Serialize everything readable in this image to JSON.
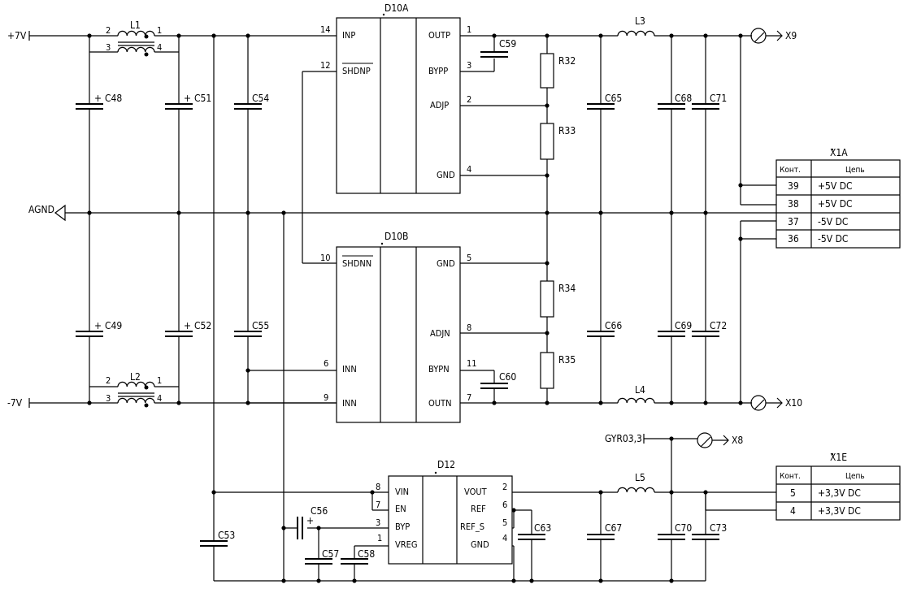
{
  "nets": {
    "p7v": "+7V",
    "m7v": "-7V",
    "agnd": "AGND",
    "gyr": "GYR03,3",
    "x9": "X9",
    "x10": "X10",
    "x8": "X8"
  },
  "inductors": {
    "L1": {
      "ref": "L1",
      "pins": [
        "2",
        "1",
        "3",
        "4"
      ]
    },
    "L2": {
      "ref": "L2",
      "pins": [
        "2",
        "1",
        "3",
        "4"
      ]
    },
    "L3": {
      "ref": "L3"
    },
    "L4": {
      "ref": "L4"
    },
    "L5": {
      "ref": "L5"
    }
  },
  "caps": {
    "C48": "C48",
    "C49": "C49",
    "C51": "C51",
    "C52": "C52",
    "C53": "C53",
    "C54": "C54",
    "C55": "C55",
    "C56": "C56",
    "C57": "C57",
    "C58": "C58",
    "C59": "C59",
    "C60": "C60",
    "C63": "C63",
    "C65": "C65",
    "C66": "C66",
    "C67": "C67",
    "C68": "C68",
    "C69": "C69",
    "C70": "C70",
    "C71": "C71",
    "C72": "C72",
    "C73": "C73"
  },
  "plus": "+",
  "resistors": {
    "R32": "R32",
    "R33": "R33",
    "R34": "R34",
    "R35": "R35"
  },
  "d10a": {
    "ref": "D10A",
    "left": [
      {
        "num": "14",
        "name": "INP"
      },
      {
        "num": "12",
        "name": "SHDNP"
      }
    ],
    "right": [
      {
        "num": "1",
        "name": "OUTP"
      },
      {
        "num": "3",
        "name": "BYPP"
      },
      {
        "num": "2",
        "name": "ADJP"
      },
      {
        "num": "4",
        "name": "GND"
      }
    ]
  },
  "d10b": {
    "ref": "D10B",
    "left": [
      {
        "num": "10",
        "name": "SHDNN"
      },
      {
        "num": "6",
        "name": "INN"
      },
      {
        "num": "9",
        "name": "INN"
      }
    ],
    "right": [
      {
        "num": "5",
        "name": "GND"
      },
      {
        "num": "8",
        "name": "ADJN"
      },
      {
        "num": "11",
        "name": "BYPN"
      },
      {
        "num": "7",
        "name": "OUTN"
      }
    ]
  },
  "d12": {
    "ref": "D12",
    "left": [
      {
        "num": "8",
        "name": "VIN"
      },
      {
        "num": "7",
        "name": "EN"
      },
      {
        "num": "3",
        "name": "BYP"
      },
      {
        "num": "1",
        "name": "VREG"
      }
    ],
    "right": [
      {
        "num": "2",
        "name": "VOUT"
      },
      {
        "num": "6",
        "name": "REF"
      },
      {
        "num": "5",
        "name": "REF_S"
      },
      {
        "num": "4",
        "name": "GND"
      }
    ]
  },
  "x1a": {
    "title": "X1A",
    "headers": [
      "Конт.",
      "Цепь"
    ],
    "rows": [
      {
        "pin": "39",
        "net": "+5V DC"
      },
      {
        "pin": "38",
        "net": "+5V DC"
      },
      {
        "pin": "37",
        "net": "-5V DC"
      },
      {
        "pin": "36",
        "net": "-5V DC"
      }
    ]
  },
  "x1e": {
    "title": "X1E",
    "headers": [
      "Конт.",
      "Цепь"
    ],
    "rows": [
      {
        "pin": "5",
        "net": "+3,3V DC"
      },
      {
        "pin": "4",
        "net": "+3,3V DC"
      }
    ]
  }
}
